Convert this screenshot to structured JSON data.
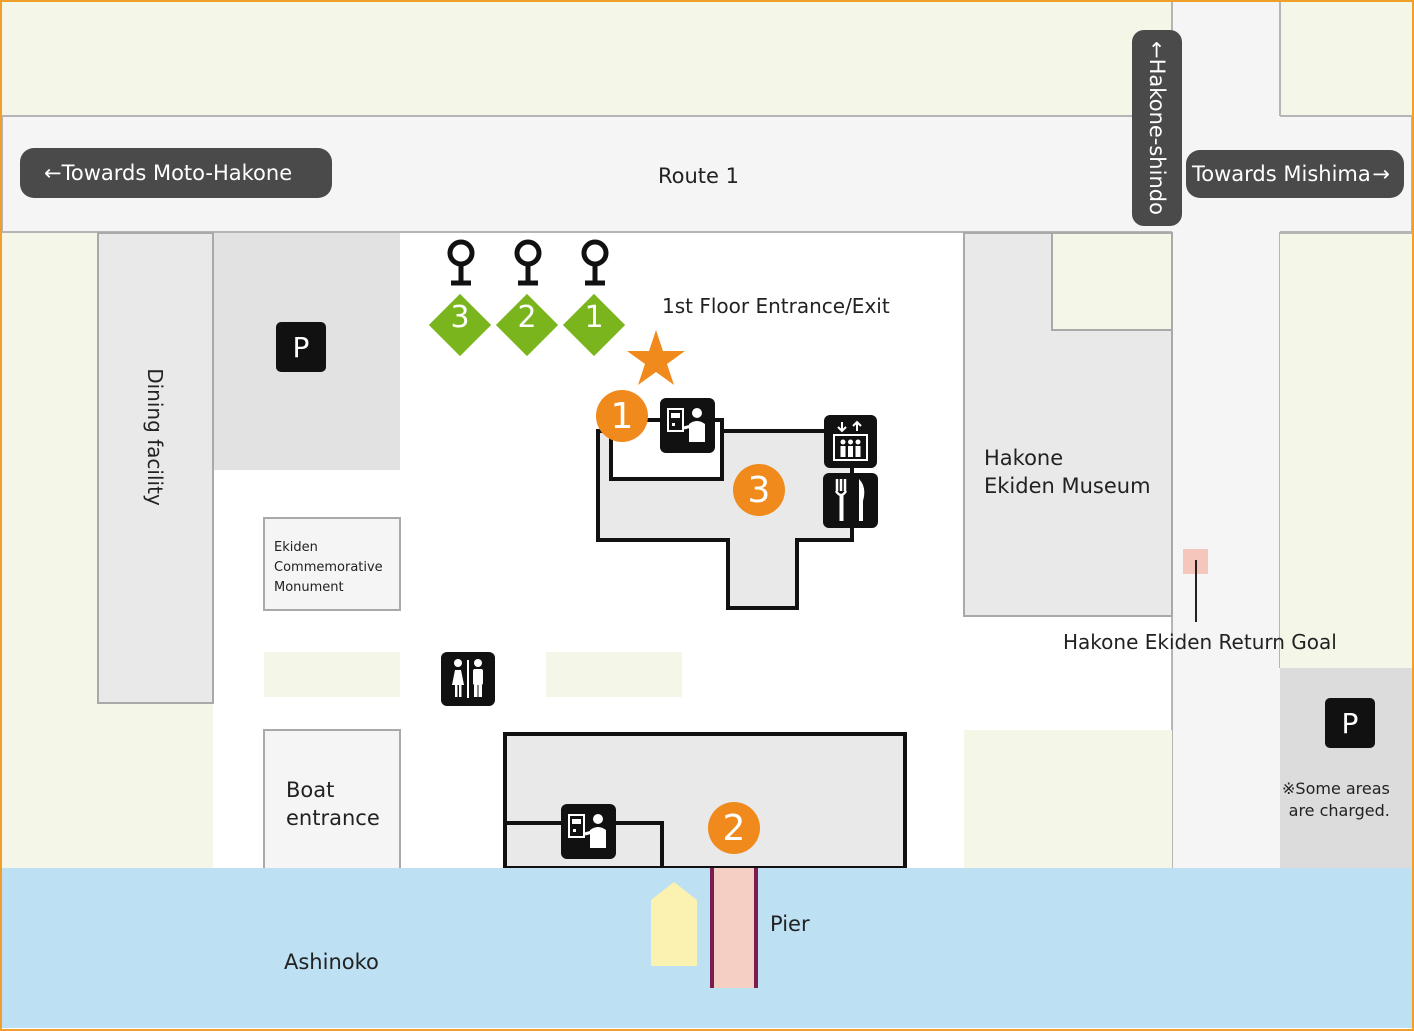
{
  "colors": {
    "frame": "#f0a02a",
    "road": "#f5f5f5",
    "green_area": "#f4f6e7",
    "building": "#e9e9e9",
    "lake": "#bde0f3",
    "route_sign": "#4a4a4a",
    "bus_stop": "#7ab51d",
    "number_badge": "#f08a1c",
    "star": "#f08a1c",
    "goal_marker": "#f5c6bb",
    "pier": "#f5cfc3",
    "pier_edge": "#7a1c4e",
    "boat": "#fbf1b0"
  },
  "signs": {
    "west": "←Towards Moto-Hakone",
    "east": "Towards Mishima",
    "east_arrow": "→",
    "north": "←Hakone-shindo"
  },
  "roads": {
    "route_1": "Route 1"
  },
  "places": {
    "dining": "Dining facility",
    "monument_line1": "Ekiden",
    "monument_line2": "Commemorative",
    "monument_line3": "Monument",
    "boat_entrance_line1": "Boat",
    "boat_entrance_line2": "entrance",
    "museum_line1": "Hakone",
    "museum_line2": "Ekiden Museum",
    "goal": "Hakone Ekiden Return Goal",
    "entrance": "1st Floor Entrance/Exit",
    "lake": "Ashinoko",
    "pier": "Pier",
    "parking_note_line1": "※Some areas",
    "parking_note_line2": "are charged."
  },
  "parking_label": "P",
  "bus_stops": [
    "3",
    "2",
    "1"
  ],
  "badges": [
    "1",
    "2",
    "3"
  ],
  "icons": {
    "ticket": "ticket-counter-icon",
    "elevator": "elevator-icon",
    "restaurant": "restaurant-icon",
    "restroom": "restroom-icon",
    "bus_stop": "bus-stop-pin-icon",
    "star": "star-icon",
    "boat": "boat-icon"
  }
}
